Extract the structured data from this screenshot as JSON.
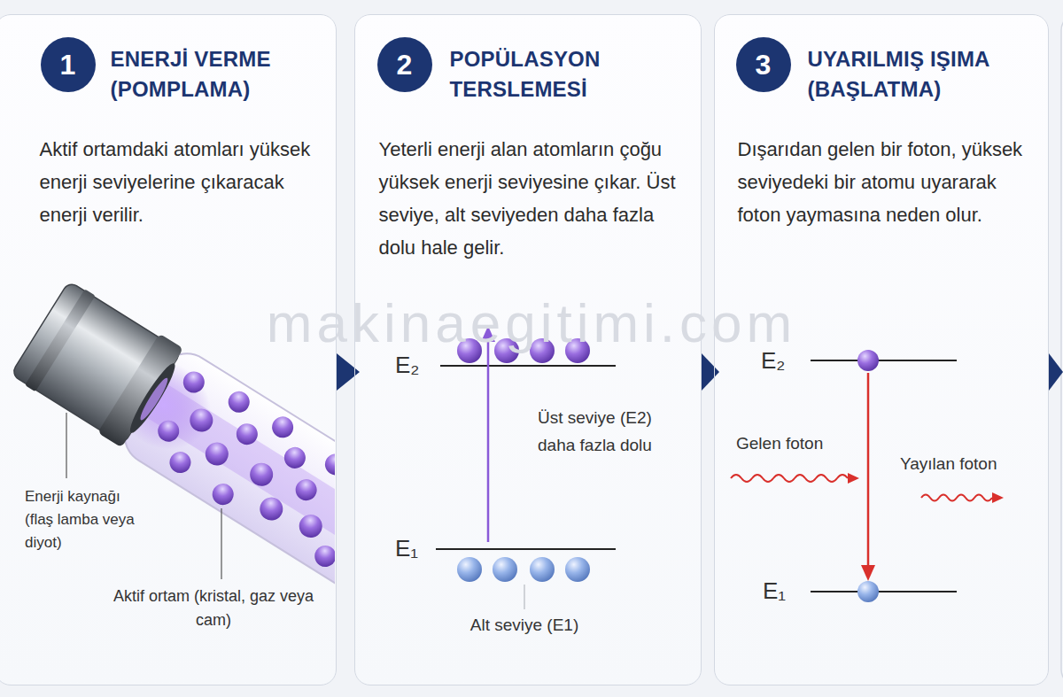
{
  "diagram": {
    "nodes": [
      {
        "text": [
          "ENERJİ VERME (POMPLAMA)",
          "Aktif ortamdaki atomları yüksek enerji seviyelerine çıkaracak enerji verilir."
        ]
      },
      {
        "text": [
          "1"
        ],
        "in": 0
      },
      {
        "text": [
          "POPÜLASYON TERSLEMESİ",
          "Yeterli enerji alan atomların çoğu yüksek enerji seviyesine çıkar. Üst seviye, alt seviyeden daha fazla dolu hale gelir."
        ]
      },
      {
        "text": [
          "2"
        ],
        "in": 2
      },
      {
        "text": [
          "UYARILMIŞ IŞIMA (BAŞLATMA)",
          "Dışarıdan gelen bir foton, yüksek seviyedeki bir atomu uyararak foton yaymasına neden olur."
        ]
      },
      {
        "text": [
          "3"
        ],
        "in": 4
      }
    ],
    "edges": [
      {
        "from": 0,
        "to": 2,
        "arrow": "to"
      },
      {
        "from": 2,
        "to": 4,
        "arrow": "to"
      }
    ],
    "labels": [
      "Enerji kaynağı (flaş lamba veya diyot)",
      "Aktif ortam (kristal, gaz veya cam)",
      "E₂",
      "Üst seviye (E2) daha fazla dolu",
      "E₁",
      "Alt seviye (E1)",
      "E₂",
      "E₁",
      "Gelen foton",
      "Yayılan foton",
      "makinaegitimi.com"
    ]
  }
}
